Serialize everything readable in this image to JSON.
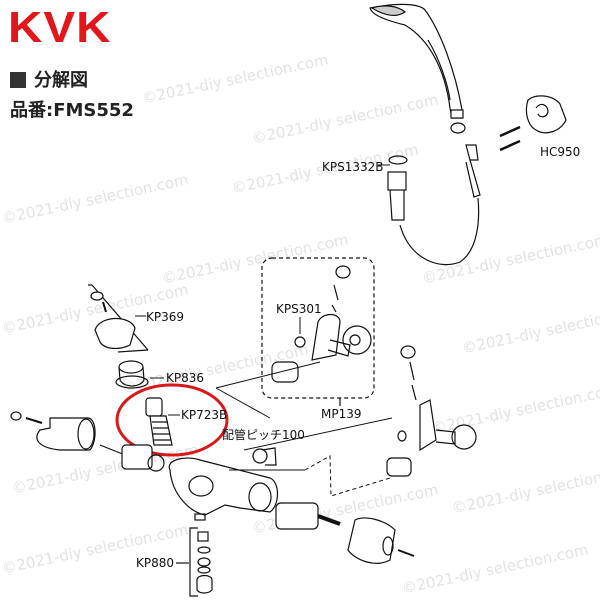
{
  "header": {
    "brand": "KVK",
    "section_title": "分解図",
    "model_label": "品番:FMS552"
  },
  "parts": {
    "kps1332b": "KPS1332B",
    "hc950": "HC950",
    "kp369": "KP369",
    "kps301": "KPS301",
    "kp836": "KP836",
    "kp723b": "KP723B",
    "mp139": "MP139",
    "kp880": "KP880"
  },
  "annotation": {
    "pipe_pitch": "配管ピッチ100"
  },
  "highlight": {
    "color": "#d7191c",
    "target": "KP723B"
  },
  "watermark": "©2021-diy selection.com",
  "colors": {
    "brand": "#e3161c",
    "line": "#111111"
  }
}
